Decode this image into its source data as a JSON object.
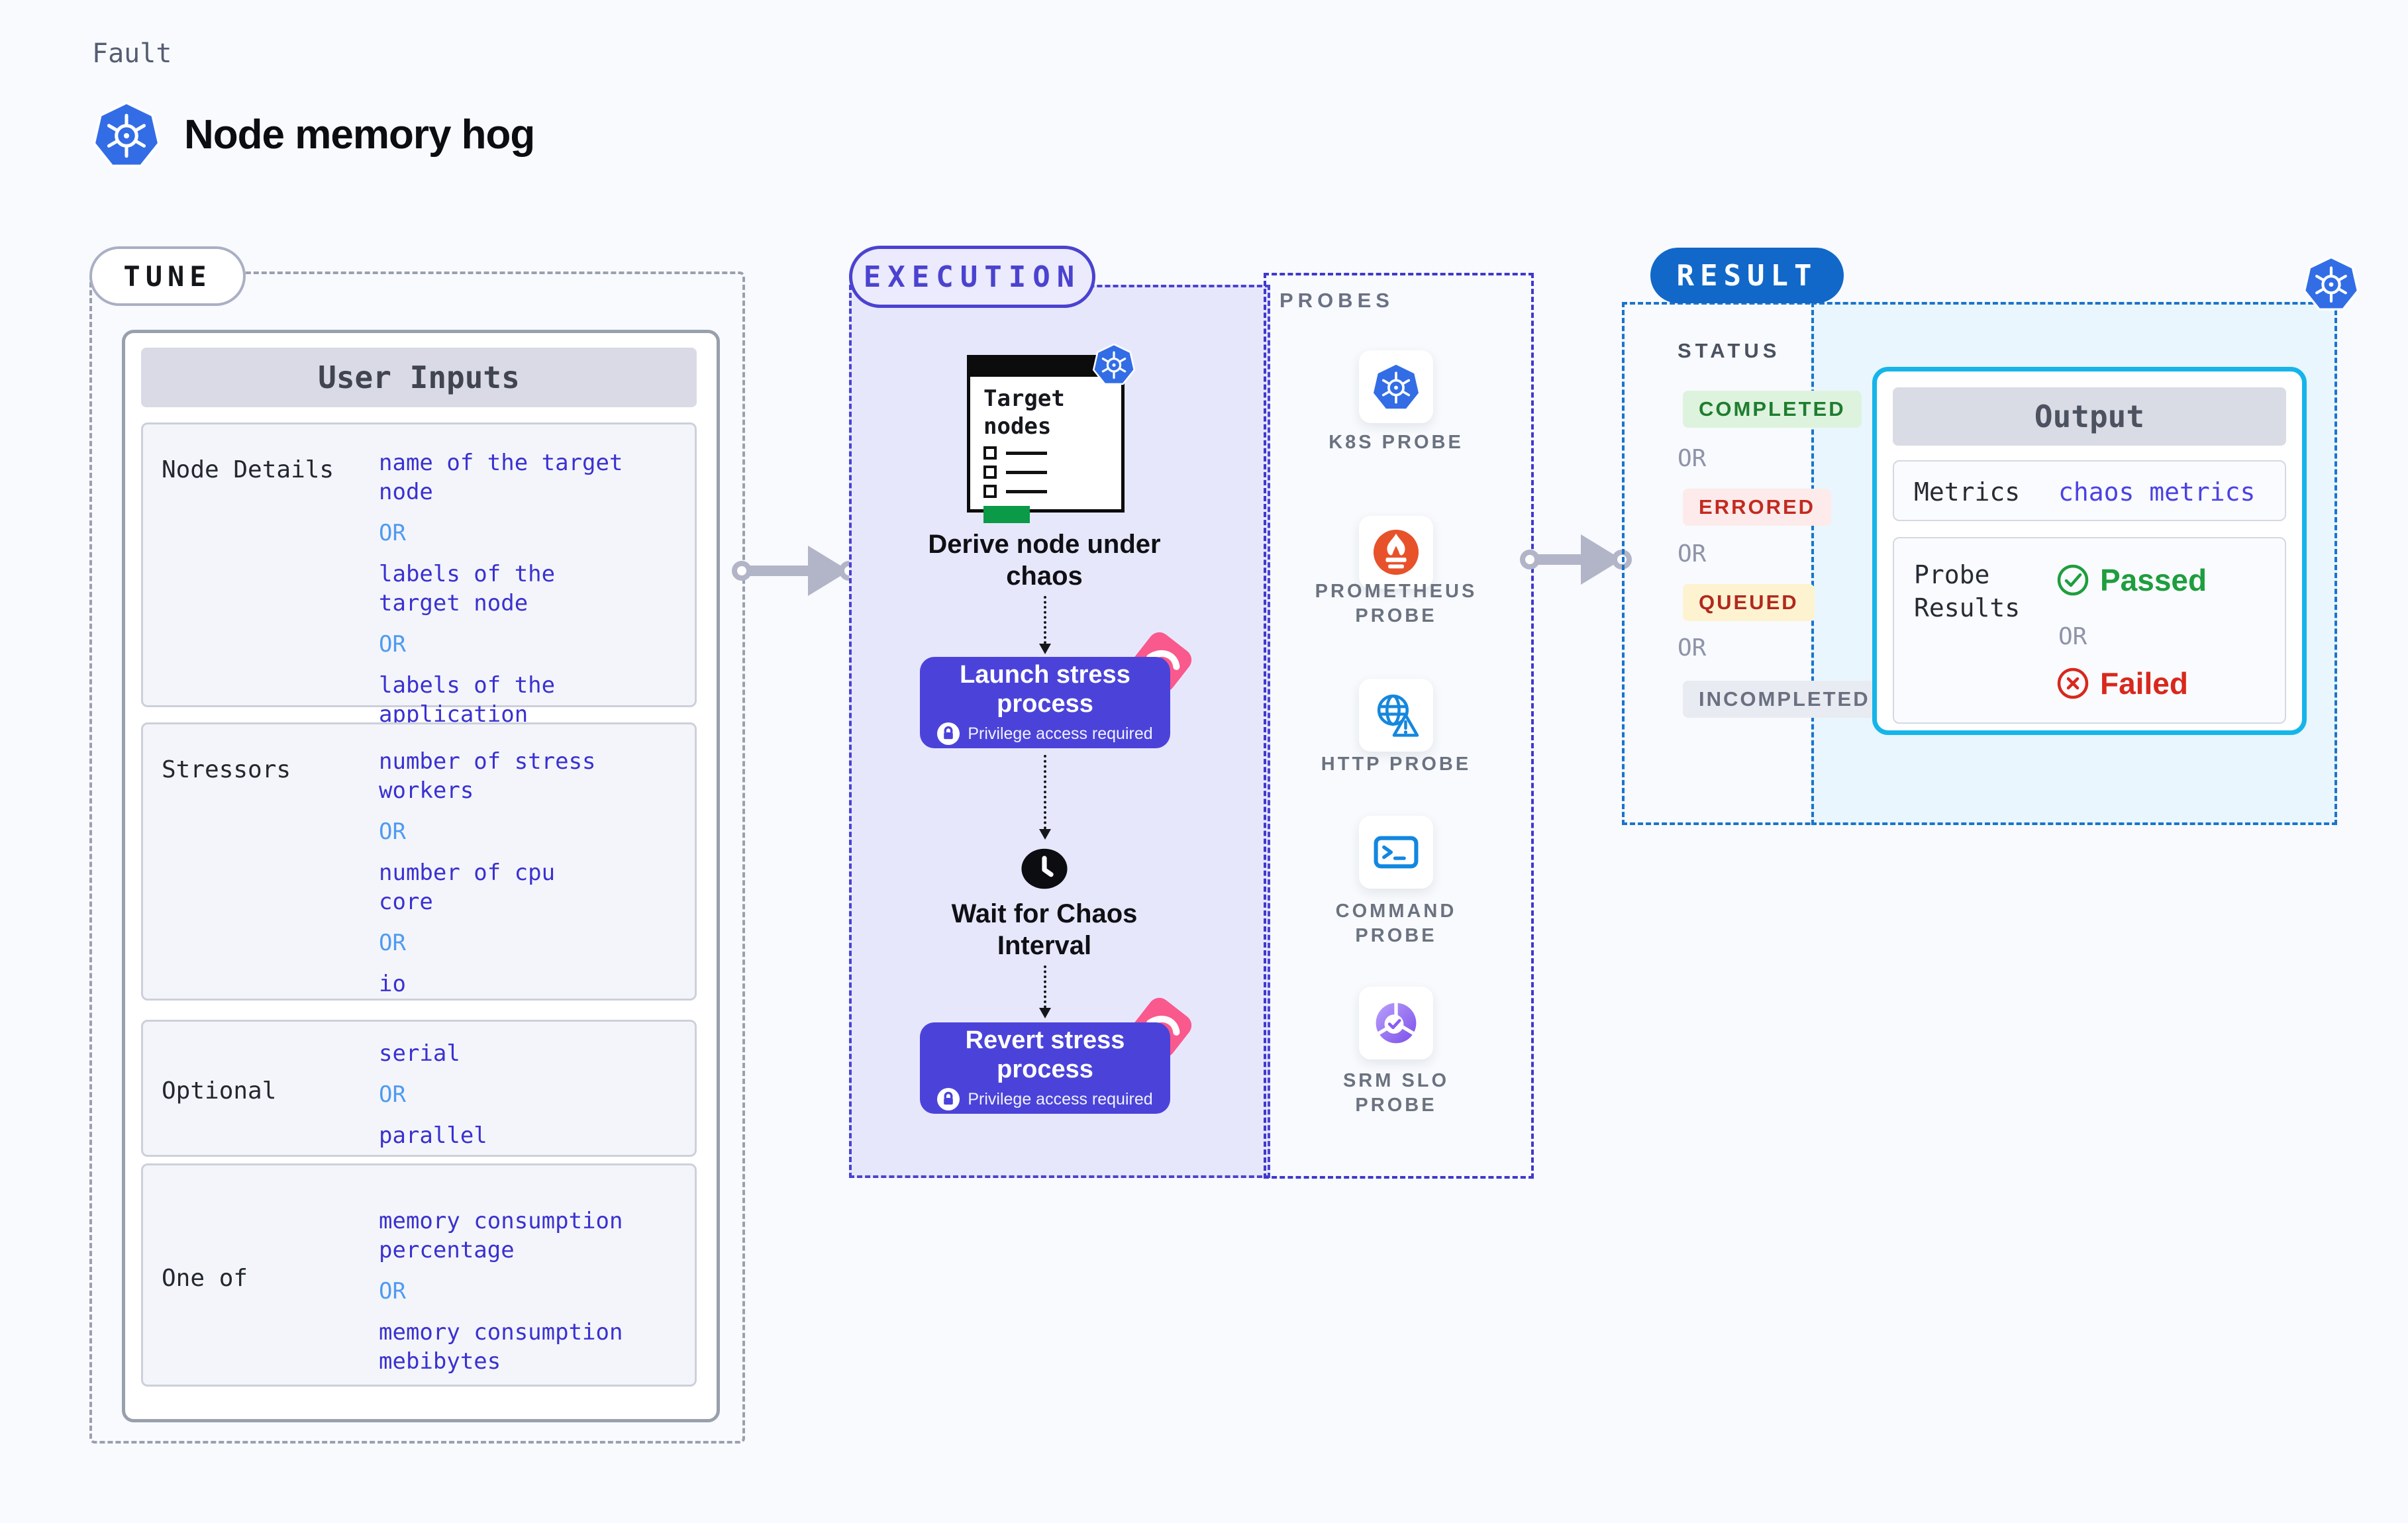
{
  "header": {
    "kicker": "Fault",
    "title": "Node memory hog"
  },
  "labels": {
    "or": "OR"
  },
  "tune": {
    "badge": "TUNE",
    "table_header": "User Inputs",
    "rows": [
      {
        "label": "Node Details",
        "options": [
          "name of the target\nnode",
          "labels of the\ntarget node",
          "labels of the application\n scheduled on target node"
        ]
      },
      {
        "label": "Stressors",
        "options": [
          "number of stress\nworkers",
          "number of cpu\ncore",
          "io"
        ]
      },
      {
        "label": "Optional",
        "options": [
          "serial",
          "parallel"
        ]
      },
      {
        "label": "One of",
        "options": [
          "memory consumption\npercentage",
          "memory consumption\nmebibytes"
        ]
      }
    ]
  },
  "execution": {
    "badge": "EXECUTION",
    "target_card_title": "Target nodes",
    "derive_label": "Derive node under chaos",
    "launch_title": "Launch stress process",
    "wait_label": "Wait for Chaos Interval",
    "revert_title": "Revert stress process",
    "privilege_note": "Privilege access required"
  },
  "probes": {
    "panel_label": "PROBES",
    "items": [
      {
        "label": "K8S PROBE",
        "icon": "kubernetes-icon"
      },
      {
        "label": "PROMETHEUS PROBE",
        "icon": "prometheus-icon"
      },
      {
        "label": "HTTP PROBE",
        "icon": "http-globe-warning-icon"
      },
      {
        "label": "COMMAND PROBE",
        "icon": "terminal-icon"
      },
      {
        "label": "SRM SLO PROBE",
        "icon": "slo-donut-check-icon"
      }
    ]
  },
  "result": {
    "badge": "RESULT",
    "status_label": "STATUS",
    "statuses": [
      {
        "label": "COMPLETED",
        "type": "success"
      },
      {
        "label": "ERRORED",
        "type": "error"
      },
      {
        "label": "QUEUED",
        "type": "queued"
      },
      {
        "label": "INCOMPLETED",
        "type": "incomplete"
      }
    ],
    "output": {
      "header": "Output",
      "metrics_label": "Metrics",
      "metrics_value": "chaos metrics",
      "probe_results_label": "Probe Results",
      "passed_label": "Passed",
      "failed_label": "Failed"
    }
  },
  "colors": {
    "kubernetes_blue": "#326de6",
    "execution_indigo": "#4a43cf",
    "button_indigo": "#4b43d9",
    "chaos_pink": "#f9598c",
    "result_blue": "#1168c8",
    "output_border_cyan": "#16b5e9",
    "value_blue": "#3a31d1",
    "or_light_blue": "#4f9bf1",
    "status_success_green": "#1e7d2f",
    "status_error_red": "#c22a20",
    "passed_green": "#1e9e3e",
    "failed_red": "#d8281d",
    "prometheus_orange": "#e7522b",
    "arrow_gray": "#b2b4c8"
  }
}
